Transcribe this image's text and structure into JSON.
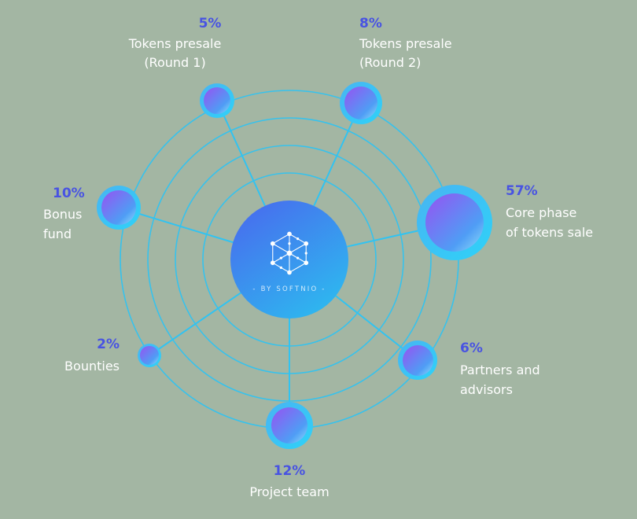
{
  "background_color": "#a3b6a3",
  "palette": {
    "orbit_line_cyan": "#31c3f1",
    "percent_blue": "#4853e2",
    "label_white": "#ffffff",
    "node_ring_cyan": "#2ed2f8",
    "node_purple": "#9257f2",
    "center_gradient_start": "#4a66ee",
    "center_gradient_end": "#2fb4ef"
  },
  "center": {
    "caption": "- BY SOFTNIO -",
    "logo": "network-hexagon-icon"
  },
  "segments": [
    {
      "id": "presale-round-1",
      "pct": "5%",
      "line1": "Tokens presale",
      "line2": "(Round 1)"
    },
    {
      "id": "presale-round-2",
      "pct": "8%",
      "line1": "Tokens presale",
      "line2": "(Round 2)"
    },
    {
      "id": "bonus-fund",
      "pct": "10%",
      "line1": "Bonus",
      "line2": "fund"
    },
    {
      "id": "core-phase",
      "pct": "57%",
      "line1": "Core phase",
      "line2": "of tokens sale"
    },
    {
      "id": "bounties",
      "pct": "2%",
      "line1": "Bounties",
      "line2": ""
    },
    {
      "id": "partners-advisors",
      "pct": "6%",
      "line1": "Partners and",
      "line2": "advisors"
    },
    {
      "id": "project-team",
      "pct": "12%",
      "line1": "Project team",
      "line2": ""
    }
  ],
  "chart_data": {
    "type": "pie",
    "categories": [
      "Tokens presale (Round 1)",
      "Tokens presale (Round 2)",
      "Bonus fund",
      "Core phase of tokens sale",
      "Bounties",
      "Partners and advisors",
      "Project team"
    ],
    "values": [
      5,
      8,
      10,
      57,
      2,
      6,
      12
    ],
    "unit": "%",
    "center_label": "- BY SOFTNIO -",
    "legend_position": "around nodes",
    "layout": "orbital infographic: 7 gradient bubble nodes placed on the outermost of 4 concentric rings around a central logo circle; bubble size proportional to value; spoke lines connect center to each node"
  }
}
